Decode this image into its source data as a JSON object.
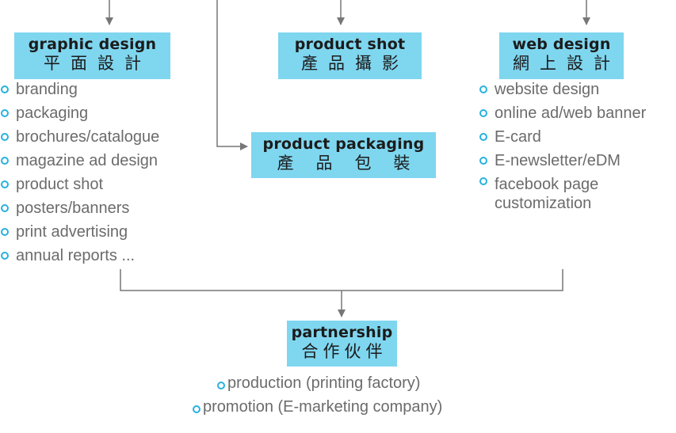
{
  "colors": {
    "box": "#7fd6ef",
    "bullet": "#27b1e0",
    "text": "#6b6b6b",
    "line": "#777777"
  },
  "graphic_design": {
    "title": "graphic design",
    "title_zh": "平面設計",
    "items": [
      "branding",
      "packaging",
      "brochures/catalogue",
      "magazine ad design",
      "product shot",
      "posters/banners",
      "print advertising",
      "annual reports ..."
    ]
  },
  "product_shot": {
    "title": "product shot",
    "title_zh": "產品攝影"
  },
  "product_packaging": {
    "title": "product packaging",
    "title_zh": "產品包裝"
  },
  "web_design": {
    "title": "web design",
    "title_zh": "網上設計",
    "items": [
      "website design",
      "online ad/web banner",
      "E-card",
      "E-newsletter/eDM",
      "facebook page customization"
    ]
  },
  "partnership": {
    "title": "partnership",
    "title_zh": "合作伙伴",
    "items": [
      "production (printing factory)",
      "promotion (E-marketing company)"
    ]
  }
}
